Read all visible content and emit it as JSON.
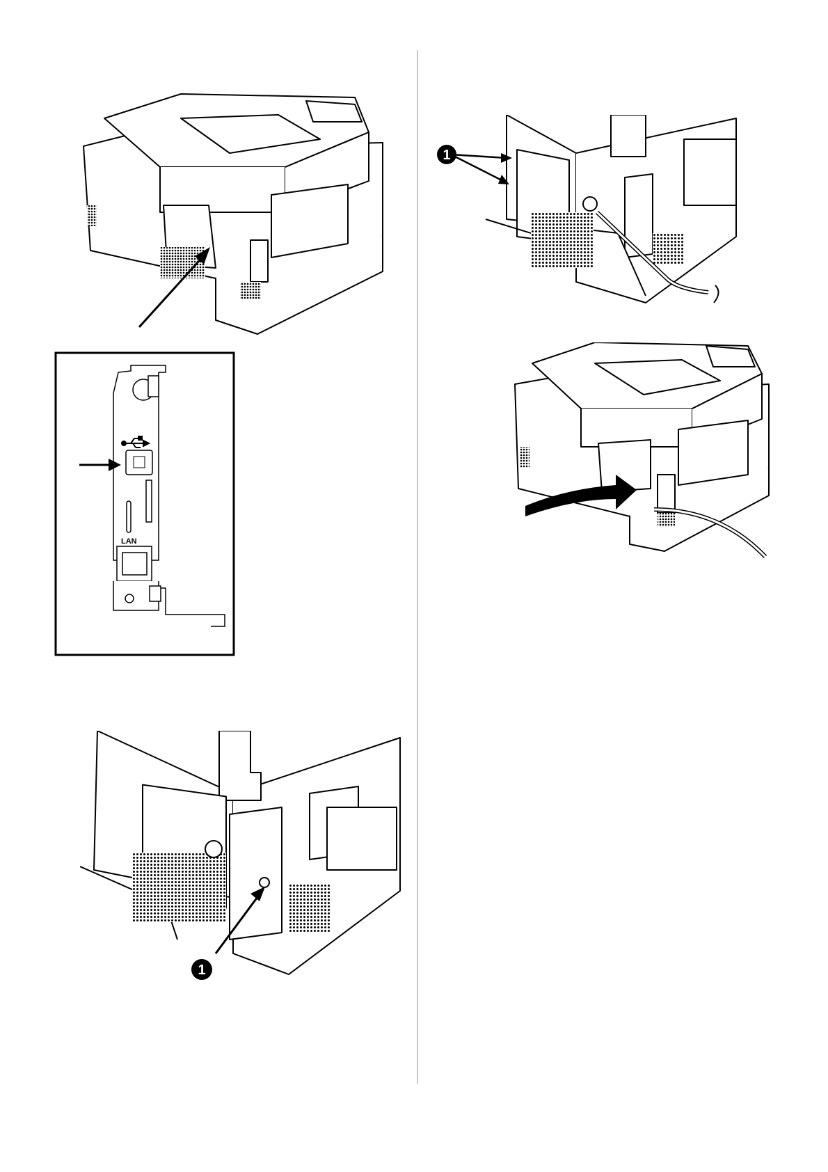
{
  "figures": {
    "usb_inset": {
      "port_label": "LAN"
    },
    "lower_left": {
      "callout": "1"
    },
    "upper_right": {
      "callout": "1"
    }
  },
  "colors": {
    "ink": "#000000",
    "paper": "#ffffff",
    "divider": "#c8c8c8"
  }
}
